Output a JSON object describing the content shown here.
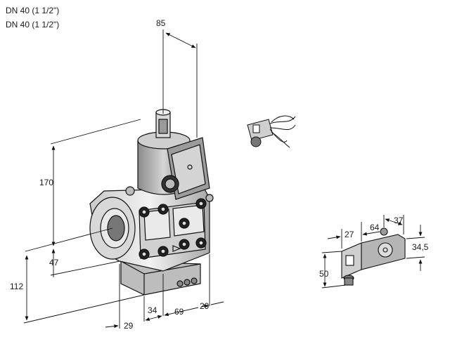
{
  "header": {
    "line1": "DN 40 (1 1/2\")",
    "line2": "DN 40 (1 1/2\")"
  },
  "dimensions": {
    "d85": "85",
    "d170": "170",
    "d47": "47",
    "d112": "112",
    "d34": "34",
    "d69": "69",
    "d29_right": "29",
    "d29_bottom": "29",
    "d27": "27",
    "d64": "64",
    "d37": "37",
    "d34_5": "34,5",
    "d50": "50"
  }
}
